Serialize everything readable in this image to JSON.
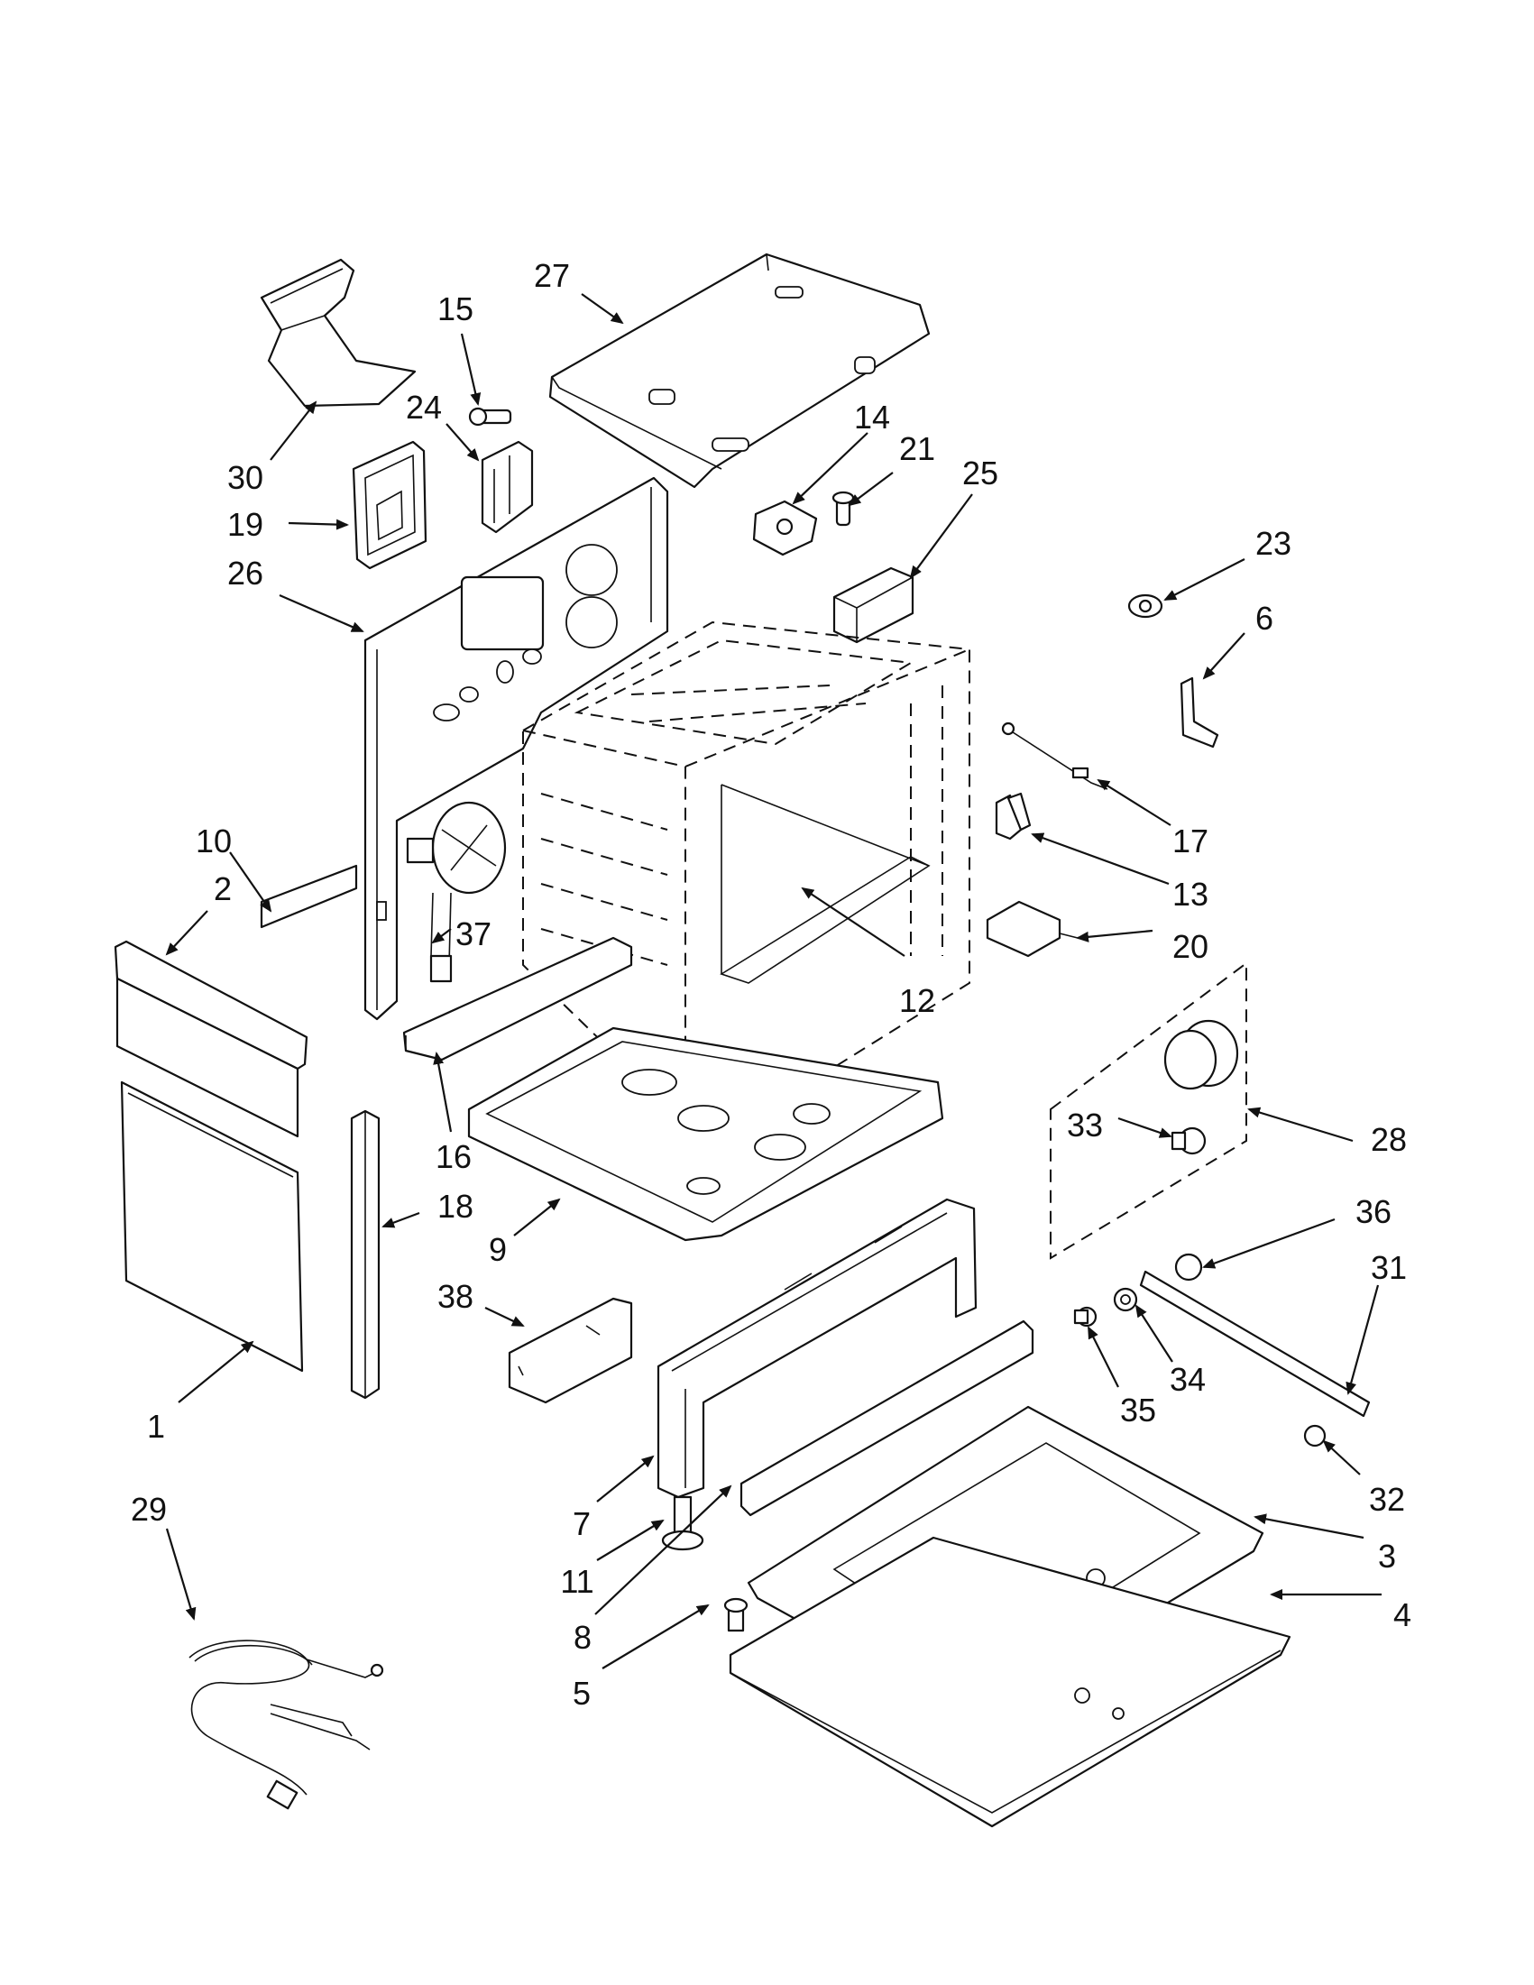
{
  "diagram": {
    "colors": {
      "line": "#111111",
      "background": "#ffffff"
    },
    "callouts": [
      {
        "id": "c27",
        "text": "27"
      },
      {
        "id": "c15",
        "text": "15"
      },
      {
        "id": "c24",
        "text": "24"
      },
      {
        "id": "c30",
        "text": "30"
      },
      {
        "id": "c19",
        "text": "19"
      },
      {
        "id": "c26",
        "text": "26"
      },
      {
        "id": "c14",
        "text": "14"
      },
      {
        "id": "c21",
        "text": "21"
      },
      {
        "id": "c25",
        "text": "25"
      },
      {
        "id": "c23",
        "text": "23"
      },
      {
        "id": "c6",
        "text": "6"
      },
      {
        "id": "c17",
        "text": "17"
      },
      {
        "id": "c13",
        "text": "13"
      },
      {
        "id": "c20",
        "text": "20"
      },
      {
        "id": "c10",
        "text": "10"
      },
      {
        "id": "c2",
        "text": "2"
      },
      {
        "id": "c37",
        "text": "37"
      },
      {
        "id": "c12",
        "text": "12"
      },
      {
        "id": "c33",
        "text": "33"
      },
      {
        "id": "c28",
        "text": "28"
      },
      {
        "id": "c16",
        "text": "16"
      },
      {
        "id": "c18",
        "text": "18"
      },
      {
        "id": "c9",
        "text": "9"
      },
      {
        "id": "c36",
        "text": "36"
      },
      {
        "id": "c31",
        "text": "31"
      },
      {
        "id": "c38",
        "text": "38"
      },
      {
        "id": "c34",
        "text": "34"
      },
      {
        "id": "c35",
        "text": "35"
      },
      {
        "id": "c1",
        "text": "1"
      },
      {
        "id": "c32",
        "text": "32"
      },
      {
        "id": "c29",
        "text": "29"
      },
      {
        "id": "c7",
        "text": "7"
      },
      {
        "id": "c3",
        "text": "3"
      },
      {
        "id": "c11",
        "text": "11"
      },
      {
        "id": "c4",
        "text": "4"
      },
      {
        "id": "c8",
        "text": "8"
      },
      {
        "id": "c5",
        "text": "5"
      }
    ]
  }
}
